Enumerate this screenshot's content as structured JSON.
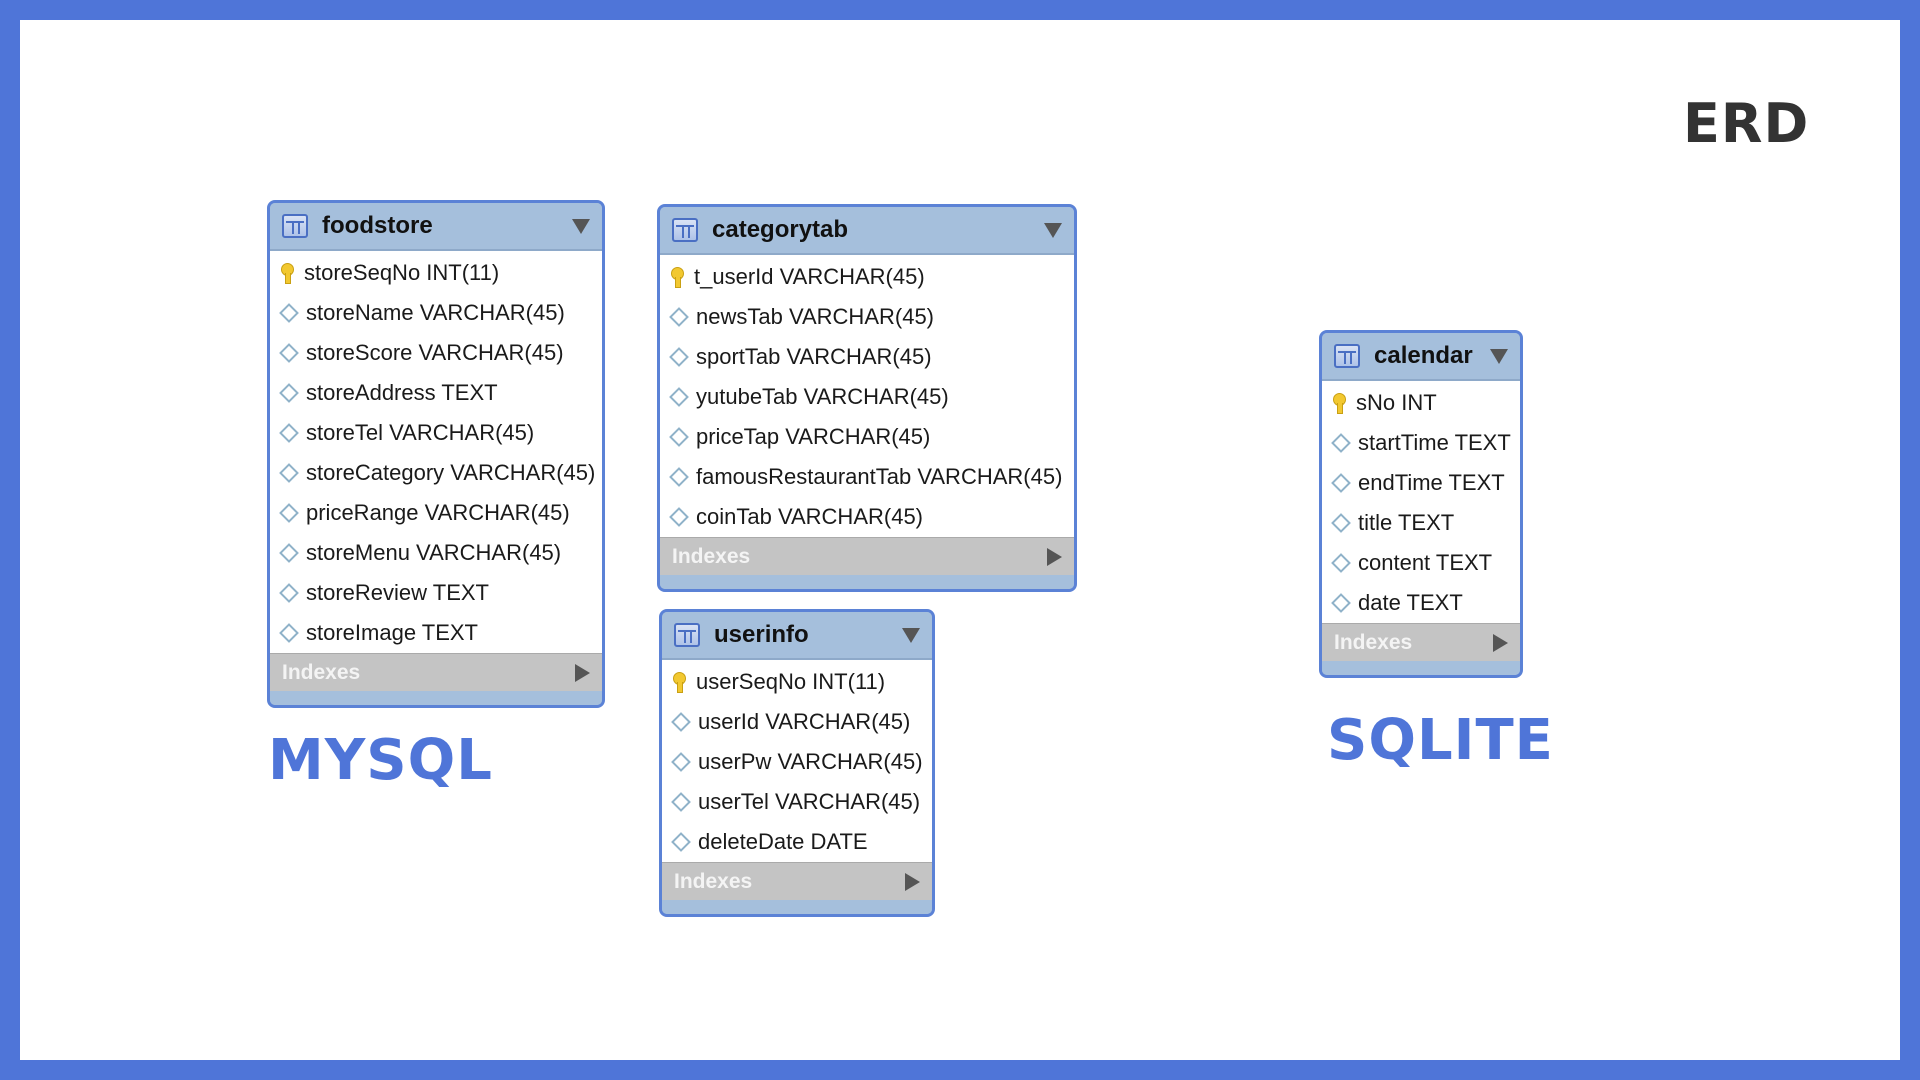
{
  "title": "ERD",
  "labels": {
    "mysql": "MYSQL",
    "sqlite": "SQLITE"
  },
  "colors": {
    "frame": "#4f75d8",
    "table_header": "#a5bfdc",
    "table_border": "#5b82d6",
    "indexes_bar": "#c4c4c4",
    "label_text": "#4f75d8"
  },
  "icons": {
    "table": "table-icon",
    "primary_key": "key-icon",
    "column": "diamond-icon",
    "collapse": "caret-down-icon",
    "expand": "play-arrow-icon"
  },
  "tables": {
    "foodstore": {
      "name": "foodstore",
      "indexes_label": "Indexes",
      "columns": [
        {
          "text": "storeSeqNo INT(11)",
          "key": true
        },
        {
          "text": "storeName VARCHAR(45)",
          "key": false
        },
        {
          "text": "storeScore VARCHAR(45)",
          "key": false
        },
        {
          "text": "storeAddress TEXT",
          "key": false
        },
        {
          "text": "storeTel VARCHAR(45)",
          "key": false
        },
        {
          "text": "storeCategory VARCHAR(45)",
          "key": false
        },
        {
          "text": "priceRange VARCHAR(45)",
          "key": false
        },
        {
          "text": "storeMenu VARCHAR(45)",
          "key": false
        },
        {
          "text": "storeReview TEXT",
          "key": false
        },
        {
          "text": "storeImage TEXT",
          "key": false
        }
      ]
    },
    "categorytab": {
      "name": "categorytab",
      "indexes_label": "Indexes",
      "columns": [
        {
          "text": "t_userId VARCHAR(45)",
          "key": true
        },
        {
          "text": "newsTab VARCHAR(45)",
          "key": false
        },
        {
          "text": "sportTab VARCHAR(45)",
          "key": false
        },
        {
          "text": "yutubeTab VARCHAR(45)",
          "key": false
        },
        {
          "text": "priceTap VARCHAR(45)",
          "key": false
        },
        {
          "text": "famousRestaurantTab VARCHAR(45)",
          "key": false
        },
        {
          "text": "coinTab VARCHAR(45)",
          "key": false
        }
      ]
    },
    "userinfo": {
      "name": "userinfo",
      "indexes_label": "Indexes",
      "columns": [
        {
          "text": "userSeqNo INT(11)",
          "key": true
        },
        {
          "text": "userId VARCHAR(45)",
          "key": false
        },
        {
          "text": "userPw VARCHAR(45)",
          "key": false
        },
        {
          "text": "userTel VARCHAR(45)",
          "key": false
        },
        {
          "text": "deleteDate DATE",
          "key": false
        }
      ]
    },
    "calendar": {
      "name": "calendar",
      "indexes_label": "Indexes",
      "columns": [
        {
          "text": "sNo INT",
          "key": true
        },
        {
          "text": "startTime TEXT",
          "key": false
        },
        {
          "text": "endTime TEXT",
          "key": false
        },
        {
          "text": "title TEXT",
          "key": false
        },
        {
          "text": "content TEXT",
          "key": false
        },
        {
          "text": "date TEXT",
          "key": false
        }
      ]
    }
  }
}
